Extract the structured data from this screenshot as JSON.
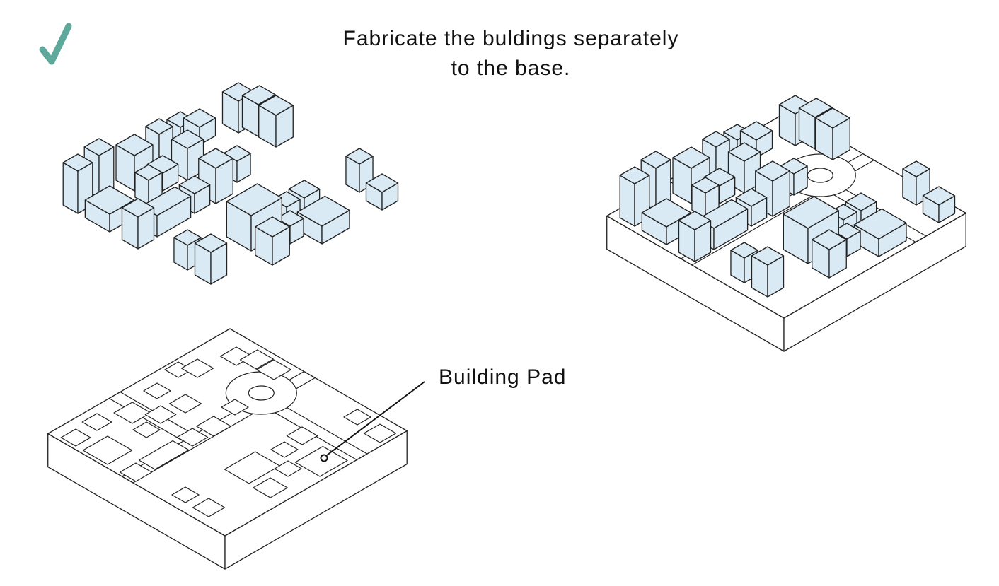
{
  "title": {
    "line1": "Fabricate the buldings separately",
    "line2": "to the base."
  },
  "annotation": {
    "label": "Building Pad"
  },
  "icons": {
    "check": "checkmark-icon"
  },
  "colors": {
    "check": "#5fa99c",
    "building_fill": "#d9eaf4",
    "stroke": "#222222",
    "base_fill": "#ffffff"
  }
}
